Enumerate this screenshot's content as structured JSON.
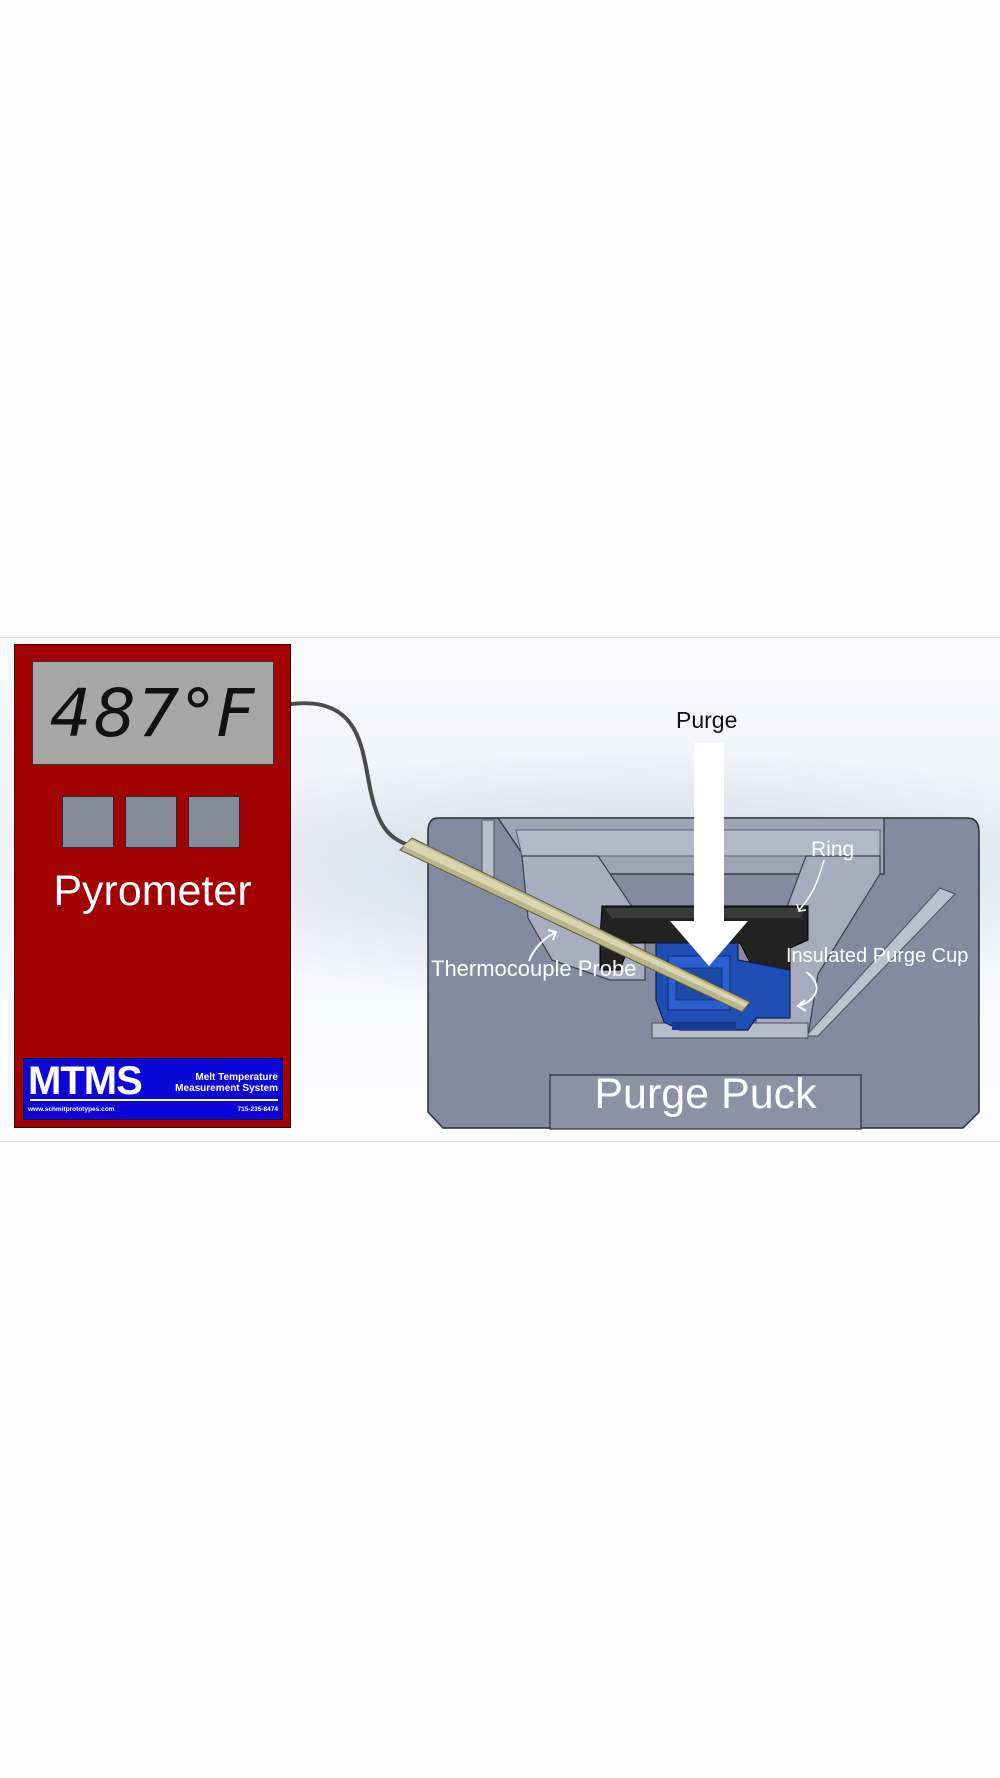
{
  "device": {
    "reading": "487°F",
    "label": "Pyrometer",
    "logo": {
      "mark": "MTMS",
      "line1": "Melt Temperature",
      "line2": "Measurement System",
      "url": "www.schmitprototypes.com",
      "phone": "715-235-8474"
    }
  },
  "labels": {
    "purge": "Purge",
    "ring": "Ring",
    "insulated_cup": "Insulated Purge Cup",
    "probe": "Thermocouple Probe",
    "puck": "Purge Puck"
  },
  "colors": {
    "device_body": "#a30205",
    "display": "#a7a7a7",
    "logo_bg": "#0c06d8",
    "puck": "#848aa0",
    "cup": "#1f4fb5",
    "ring": "#222222",
    "probe": "#b9b58a"
  },
  "icons": [
    "purge-arrow-icon",
    "curved-arrow-icon"
  ]
}
